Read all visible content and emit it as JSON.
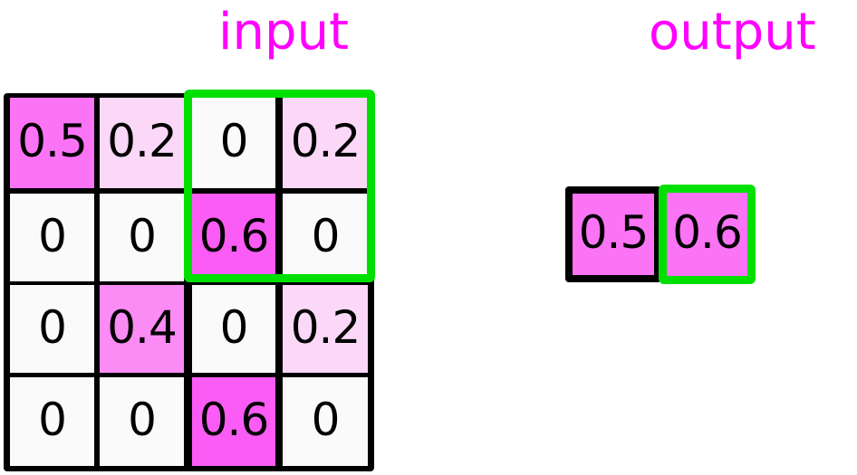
{
  "labels": {
    "input": "input",
    "output": "output",
    "color": "#ff00ff"
  },
  "colors": {
    "grid_line": "#000000",
    "highlight": "#00e000",
    "background": "#ffffff",
    "value_0": "#fafafa",
    "value_0_2": "#fbd7f8",
    "value_0_4": "#fb8bf5",
    "value_0_5": "#fb74f5",
    "value_0_6": "#fb5cf5"
  },
  "input_matrix": {
    "rows": 4,
    "cols": 4,
    "values": [
      [
        "0.5",
        "0.2",
        "0",
        "0.2"
      ],
      [
        "0",
        "0",
        "0.6",
        "0"
      ],
      [
        "0",
        "0.4",
        "0",
        "0.2"
      ],
      [
        "0",
        "0",
        "0.6",
        "0"
      ]
    ],
    "cell_colors": [
      [
        "#fb74f5",
        "#fbd7f8",
        "#fafafa",
        "#fbd7f8"
      ],
      [
        "#fafafa",
        "#fafafa",
        "#fb5cf5",
        "#fafafa"
      ],
      [
        "#fafafa",
        "#fb8bf5",
        "#fafafa",
        "#fbd7f8"
      ],
      [
        "#fafafa",
        "#fafafa",
        "#fb5cf5",
        "#fafafa"
      ]
    ],
    "highlight_window": {
      "row_start": 0,
      "row_end": 1,
      "col_start": 2,
      "col_end": 3
    }
  },
  "output_matrix": {
    "rows": 1,
    "cols": 2,
    "values": [
      [
        "0.5",
        "0.6"
      ]
    ],
    "cell_colors": [
      [
        "#fb74f5",
        "#fb74f5"
      ]
    ],
    "highlighted_cell": {
      "row": 0,
      "col": 1
    }
  },
  "chart_data": {
    "type": "heatmap",
    "title": "",
    "panels": [
      {
        "name": "input",
        "rows": 4,
        "cols": 4,
        "values": [
          [
            0.5,
            0.2,
            0,
            0.2
          ],
          [
            0,
            0,
            0.6,
            0
          ],
          [
            0,
            0.4,
            0,
            0.2
          ],
          [
            0,
            0,
            0.6,
            0
          ]
        ]
      },
      {
        "name": "output",
        "rows": 1,
        "cols": 2,
        "values": [
          [
            0.5,
            0.6
          ]
        ]
      }
    ],
    "annotations": [
      "green box on input rows 1-2, cols 3-4",
      "green box on output col 2"
    ]
  }
}
